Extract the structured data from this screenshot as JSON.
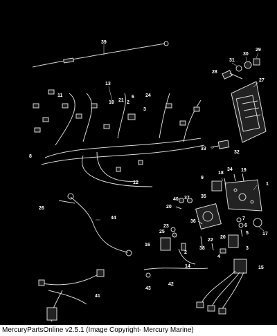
{
  "diagram": {
    "callouts": [
      "39",
      "29",
      "30",
      "31",
      "28",
      "27",
      "13",
      "6",
      "24",
      "11",
      "10",
      "21",
      "2",
      "3",
      "8",
      "33",
      "32",
      "12",
      "9",
      "18",
      "34",
      "19",
      "1",
      "26",
      "40",
      "37",
      "35",
      "20",
      "44",
      "36",
      "7",
      "6",
      "5",
      "17",
      "23",
      "25",
      "22",
      "20",
      "16",
      "38",
      "2",
      "4",
      "3",
      "14",
      "15",
      "43",
      "42",
      "41"
    ]
  },
  "footer": {
    "caption": "MercuryPartsOnline v2.5.1 (Image Copyright- Mercury Marine)"
  }
}
